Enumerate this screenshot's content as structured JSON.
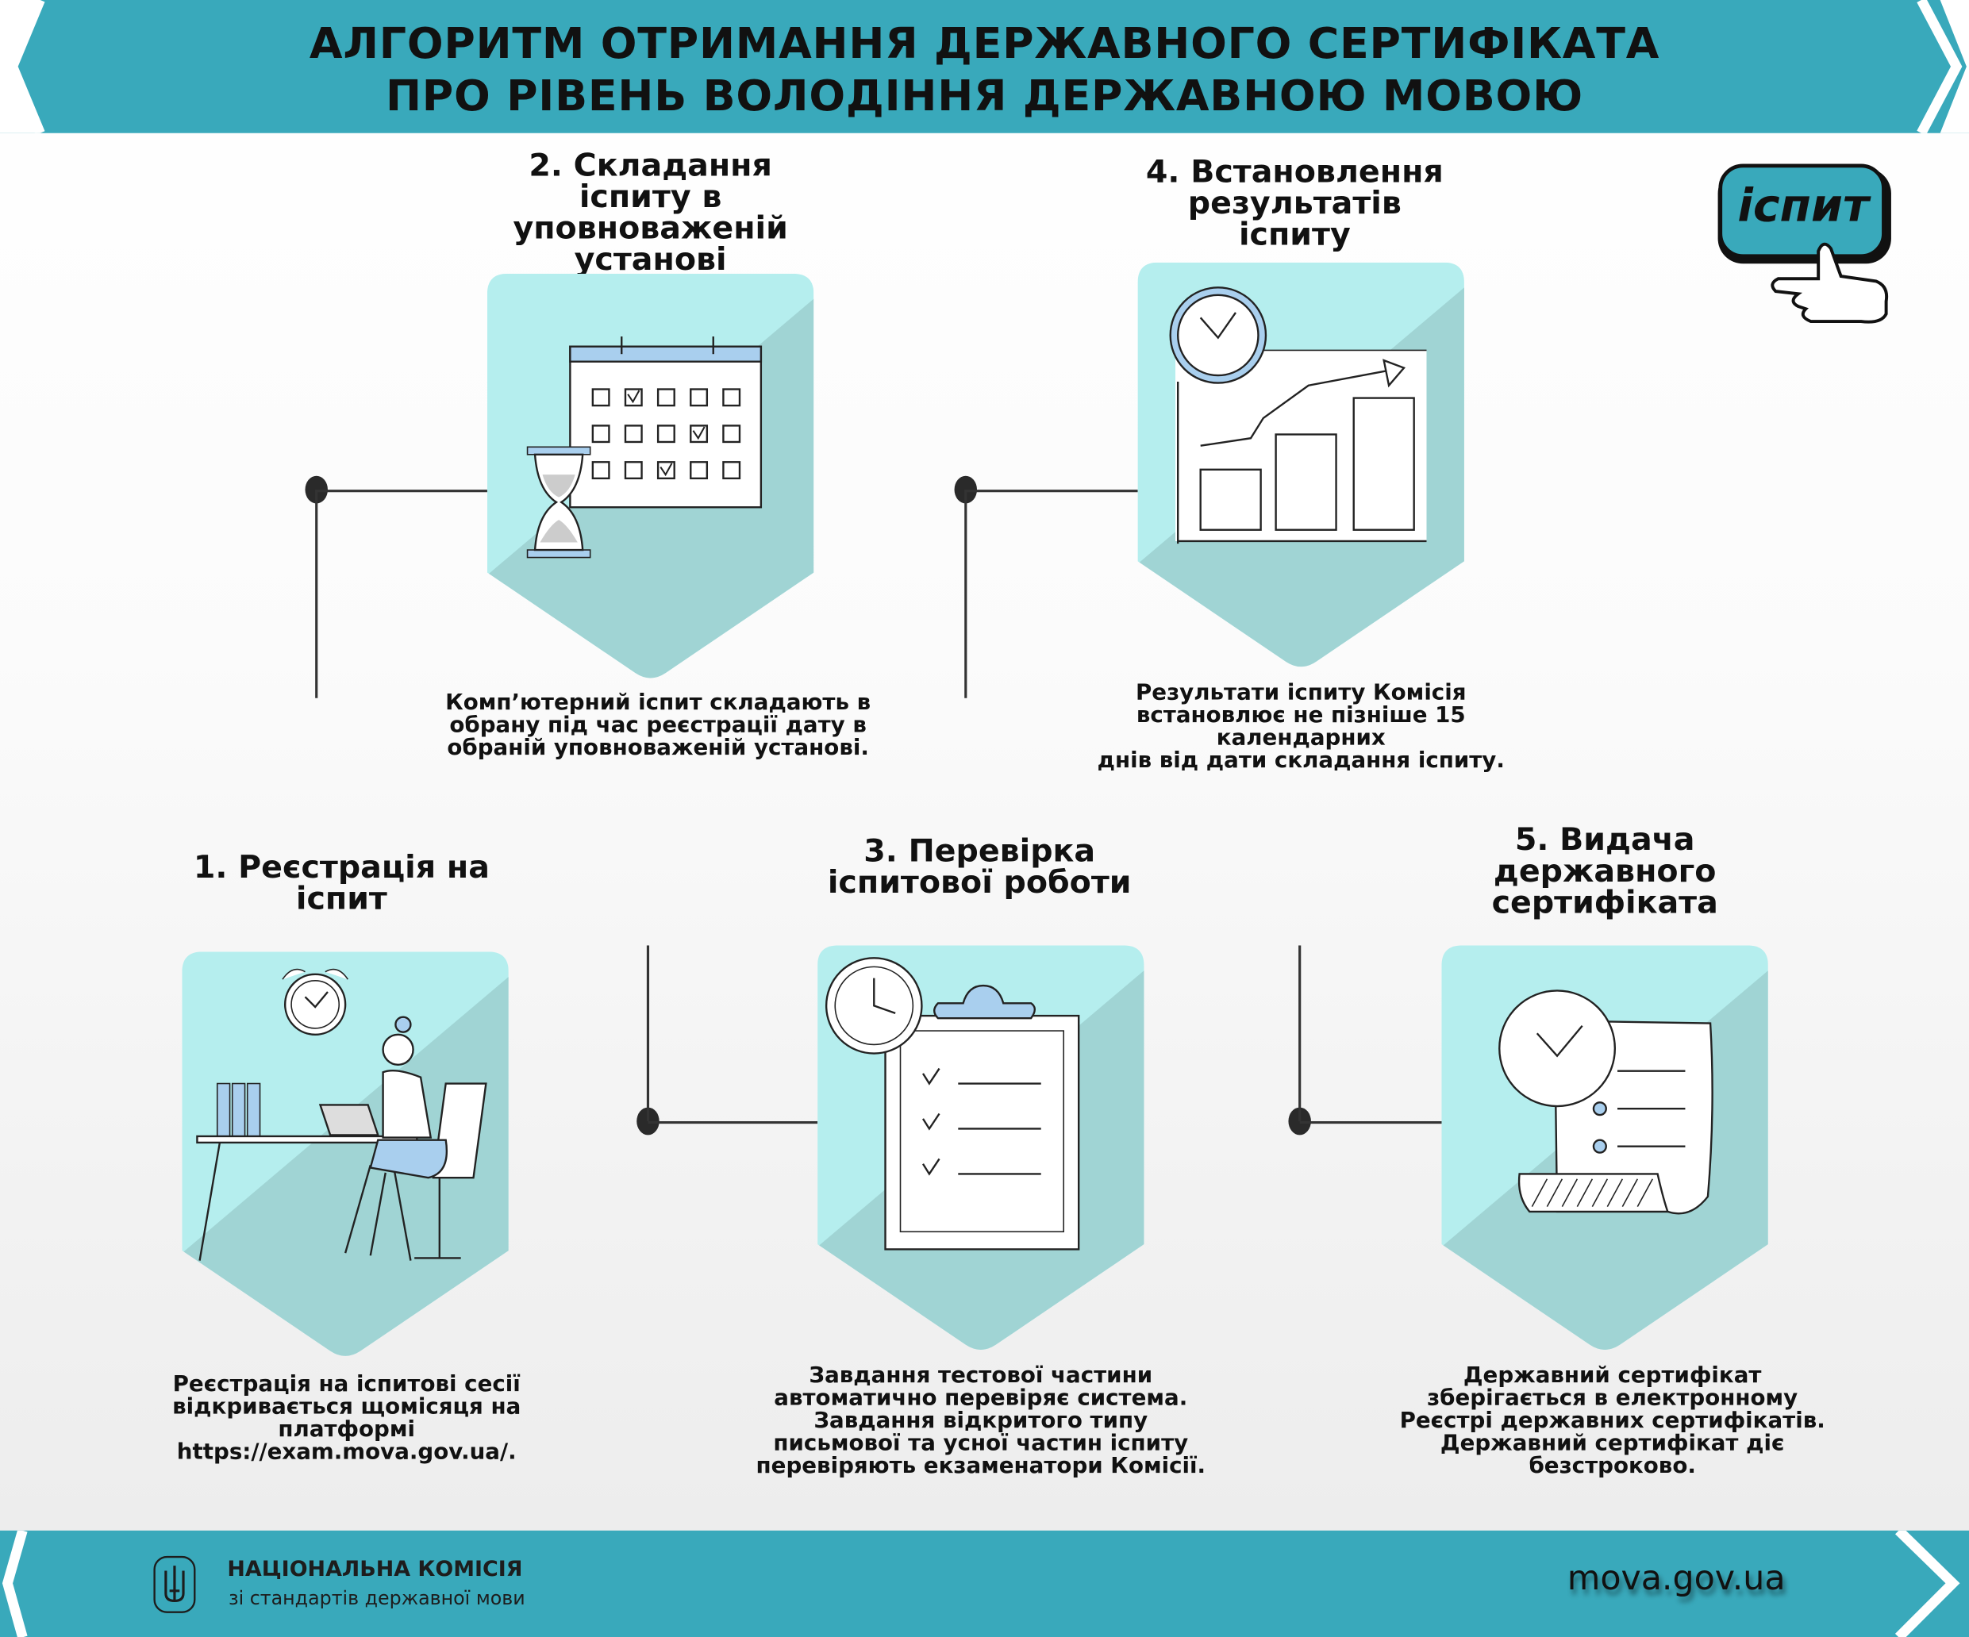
{
  "header": {
    "title_line1": "АЛГОРИТМ ОТРИМАННЯ ДЕРЖАВНОГО СЕРТИФІКАТА",
    "title_line2": "ПРО РІВЕНЬ ВОЛОДІННЯ ДЕРЖАВНОЮ МОВОЮ"
  },
  "badge": {
    "label": "іспит"
  },
  "steps": {
    "s1": {
      "title": [
        "1. Реєстрація на",
        "іспит"
      ],
      "desc": [
        "Реєстрація на іспитові сесії",
        "відкривається щомісяця на",
        "платформі",
        "https://exam.mova.gov.ua/."
      ]
    },
    "s2": {
      "title": [
        "2. Складання",
        "іспиту в",
        "уповноваженій",
        "установі"
      ],
      "desc": [
        "Комп’ютерний іспит складають в",
        "обрану під час реєстрації дату в",
        "обраній уповноваженій установі."
      ]
    },
    "s3": {
      "title": [
        "3. Перевірка",
        "іспитової роботи"
      ],
      "desc": [
        "Завдання тестової частини",
        "автоматично перевіряє система.",
        "Завдання відкритого типу",
        "письмової та усної частин іспиту",
        "перевіряють екзаменатори Комісії."
      ]
    },
    "s4": {
      "title": [
        "4. Встановлення",
        "результатів",
        "іспиту"
      ],
      "desc": [
        "Результати іспиту Комісія",
        "встановлює не пізніше 15",
        "календарних",
        "днів від дати складання іспиту."
      ]
    },
    "s5": {
      "title": [
        "5. Видача",
        "державного",
        "сертифіката"
      ],
      "desc": [
        "Державний сертифікат",
        "зберігається в електронному",
        "Реєстрі державних сертифікатів.",
        "Державний сертифікат діє",
        "безстроково."
      ]
    }
  },
  "footer": {
    "org_line1": "НАЦІОНАЛЬНА КОМІСІЯ",
    "org_line2": "зі стандартів державної мови",
    "site": "mova.gov.ua"
  },
  "colors": {
    "band": "#39a9bb",
    "card_light": "#b5eeee",
    "card_dark": "#a0d4d4",
    "accent_blue": "#a9cfee"
  }
}
